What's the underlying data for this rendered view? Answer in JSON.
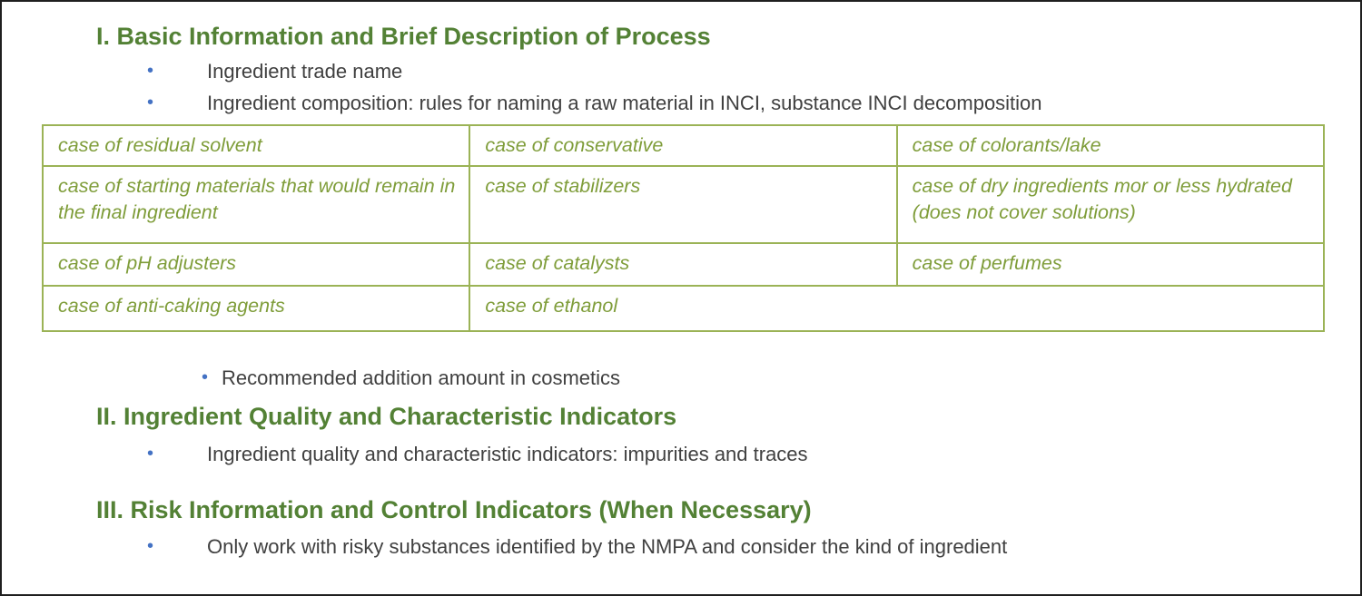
{
  "slide": {
    "background": "#ffffff",
    "border_color": "#1f1f1f"
  },
  "colors": {
    "heading_green": "#538135",
    "table_text_green": "#7f9d3a",
    "table_border_green": "#9bb356",
    "bullet_blue": "#4472c4",
    "body_text": "#404040"
  },
  "section1": {
    "heading": "I. Basic Information and Brief Description of Process",
    "bullets": [
      "Ingredient trade name",
      "Ingredient composition: rules for naming a raw material in INCI, substance INCI decomposition"
    ],
    "bullet_after_table": "Recommended addition amount in cosmetics"
  },
  "case_table": {
    "rows": [
      {
        "cells": [
          "case of residual solvent",
          "case of conservative",
          "case of colorants/lake"
        ]
      },
      {
        "cells": [
          "case of starting materials that would remain in the final ingredient",
          "case of stabilizers",
          "case of dry ingredients mor or less hydrated (does not cover solutions)"
        ]
      },
      {
        "cells": [
          "case of pH adjusters",
          "case of catalysts",
          "case of perfumes"
        ]
      },
      {
        "cells": [
          "case of anti-caking agents",
          "case of ethanol"
        ]
      }
    ]
  },
  "section2": {
    "heading": "II. Ingredient Quality and Characteristic Indicators",
    "bullets": [
      "Ingredient quality and characteristic indicators: impurities and traces"
    ]
  },
  "section3": {
    "heading": "III. Risk Information and Control Indicators (When Necessary)",
    "bullets": [
      "Only work with risky substances identified by the NMPA and consider the kind of ingredient"
    ]
  }
}
